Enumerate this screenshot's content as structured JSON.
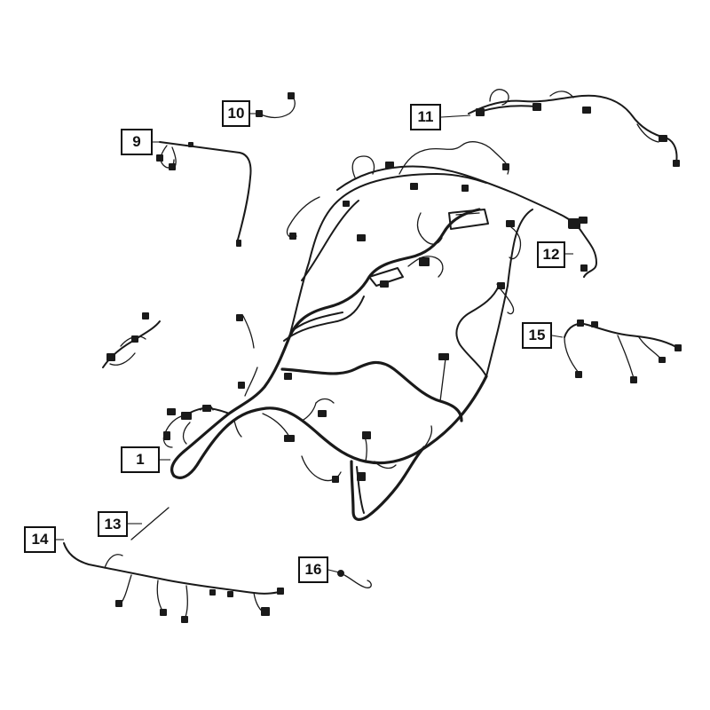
{
  "callouts": {
    "c1": "1",
    "c9": "9",
    "c10": "10",
    "c11": "11",
    "c12": "12",
    "c13": "13",
    "c14": "14",
    "c15": "15",
    "c16": "16"
  },
  "colors": {
    "line": "#1a1a1a",
    "background": "#ffffff"
  }
}
